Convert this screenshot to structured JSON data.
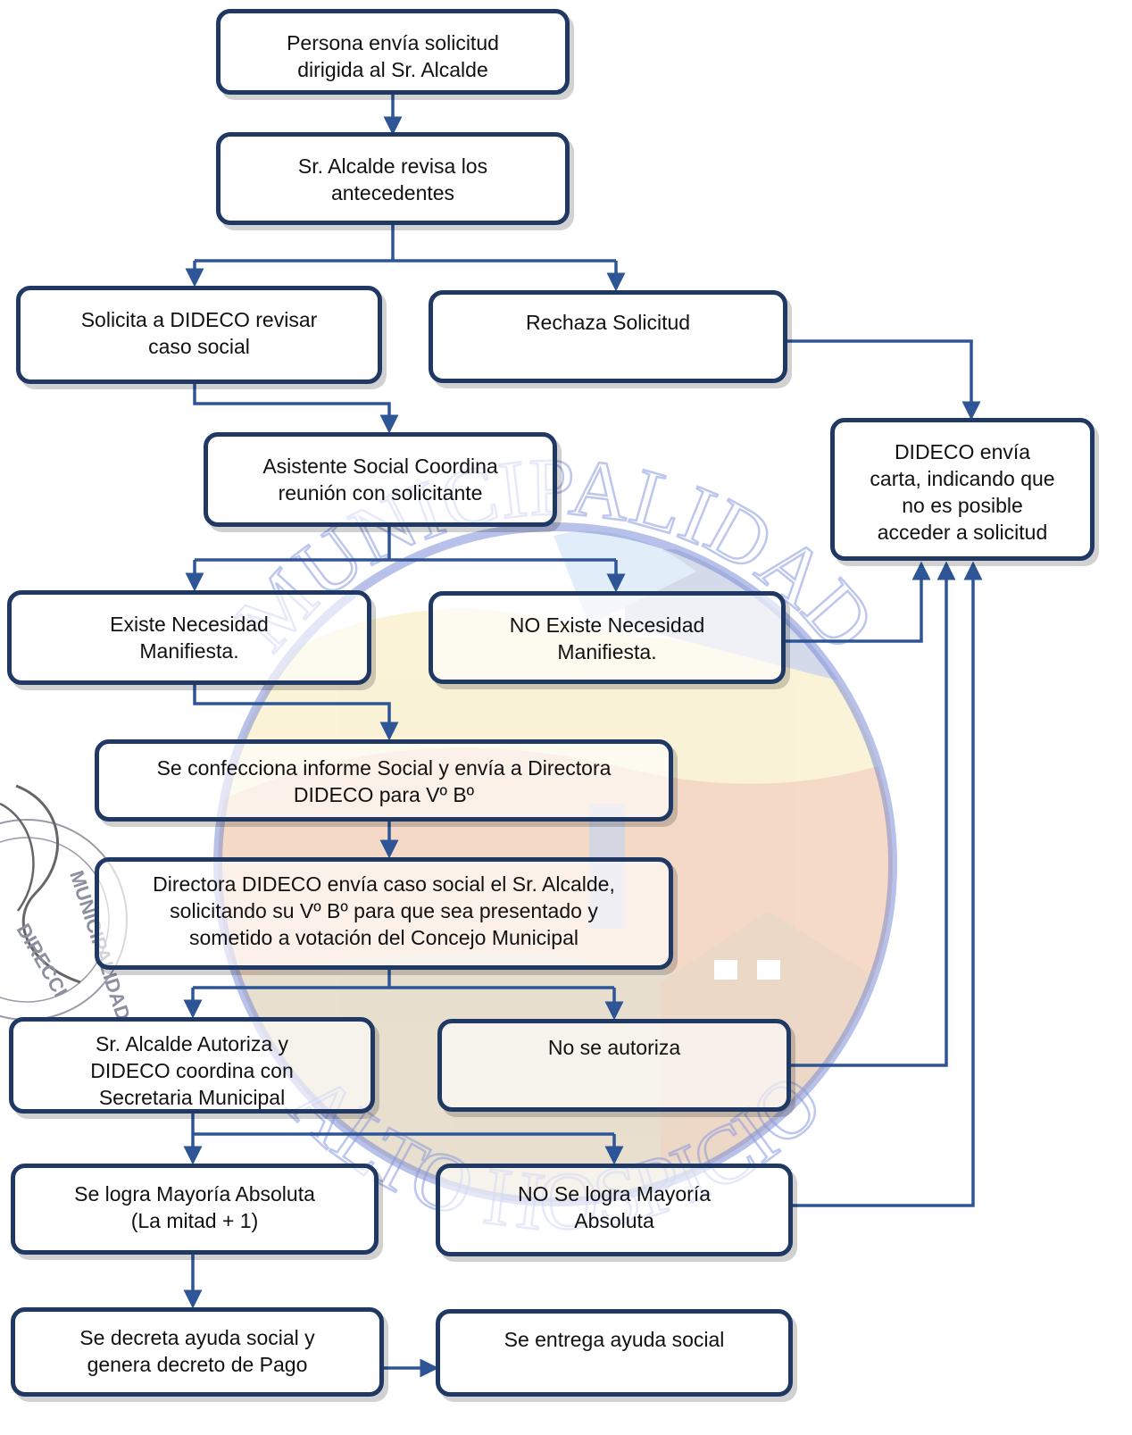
{
  "colors": {
    "border": "#1f3864",
    "arrow": "#2e5596",
    "watermark": "#6f84d4"
  },
  "watermark": {
    "top_text": "MUNICIPALIDAD",
    "bottom_text": "ALTO HOSPICIO"
  },
  "stamp": {
    "text1": "MUNICIPALIDAD",
    "text2": "DIRECCI"
  },
  "nodes": {
    "n1": "Persona envía solicitud\ndirigida al Sr. Alcalde",
    "n2": "Sr. Alcalde revisa los\nantecedentes",
    "n3": "Solicita a DIDECO revisar\ncaso social",
    "n4": "Rechaza Solicitud",
    "n5": "Asistente Social Coordina\nreunión con solicitante",
    "n6": "DIDECO envía\ncarta, indicando que\nno es posible\nacceder a solicitud",
    "n7": "Existe Necesidad\nManifiesta.",
    "n8": "NO Existe Necesidad\nManifiesta.",
    "n9": "Se confecciona informe Social y envía a Directora\nDIDECO para Vº Bº",
    "n10": "Directora DIDECO envía caso social el Sr. Alcalde,\nsolicitando su Vº Bº  para que sea presentado y\nsometido a votación del Concejo Municipal",
    "n11": "Sr. Alcalde Autoriza y\nDIDECO coordina con\nSecretaria Municipal",
    "n12": "No se autoriza",
    "n13": "Se logra Mayoría Absoluta\n(La mitad + 1)",
    "n14": "NO Se logra Mayoría\nAbsoluta",
    "n15": "Se decreta ayuda social y\ngenera decreto de Pago",
    "n16": "Se entrega ayuda social"
  }
}
